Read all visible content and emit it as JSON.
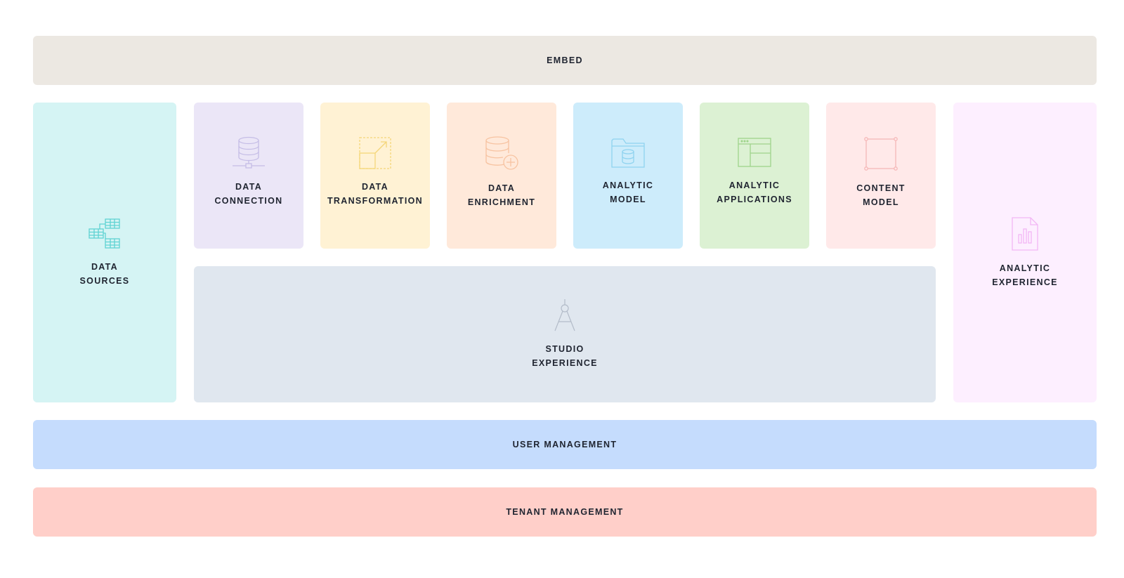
{
  "colors": {
    "embed": "#ece8e2",
    "data_sources": "#d5f4f4",
    "data_connection": "#ebe6f7",
    "data_transformation": "#fff2d4",
    "data_enrichment": "#ffe9da",
    "analytic_model": "#cdecfb",
    "analytic_applications": "#dcf1d3",
    "content_model": "#ffe9e9",
    "analytic_experience": "#fdefff",
    "studio_experience": "#e0e7ef",
    "user_management": "#c5dcfd",
    "tenant_management": "#ffcfc9"
  },
  "embed": {
    "label": "EMBED"
  },
  "data_sources": {
    "line1": "DATA",
    "line2": "SOURCES",
    "icon": "tables-icon"
  },
  "tiles": [
    {
      "line1": "DATA",
      "line2": "CONNECTION",
      "icon": "database-network-icon"
    },
    {
      "line1": "DATA",
      "line2": "TRANSFORMATION",
      "icon": "transform-resize-icon"
    },
    {
      "line1": "DATA",
      "line2": "ENRICHMENT",
      "icon": "database-add-icon"
    },
    {
      "line1": "ANALYTIC",
      "line2": "MODEL",
      "icon": "folder-database-icon"
    },
    {
      "line1": "ANALYTIC",
      "line2": "APPLICATIONS",
      "icon": "app-window-icon"
    },
    {
      "line1": "CONTENT",
      "line2": "MODEL",
      "icon": "frame-icon"
    }
  ],
  "studio_experience": {
    "line1": "STUDIO",
    "line2": "EXPERIENCE",
    "icon": "compass-drafting-icon"
  },
  "analytic_experience": {
    "line1": "ANALYTIC",
    "line2": "EXPERIENCE",
    "icon": "report-chart-icon"
  },
  "user_management": {
    "label": "USER MANAGEMENT"
  },
  "tenant_management": {
    "label": "TENANT MANAGEMENT"
  }
}
